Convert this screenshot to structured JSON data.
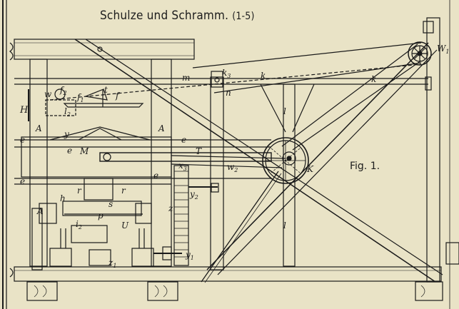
{
  "header": {
    "title": "Schulze und Schramm.",
    "range": "(1-5)"
  },
  "figure": {
    "label": "Fig. 1."
  },
  "parts": {
    "m": "m",
    "k3": "k",
    "k3_sub": "3",
    "n": "n",
    "k_a": "k",
    "k_b": "k",
    "w1": "W",
    "w1_sub": "1",
    "l_a": "l",
    "l_b": "l",
    "H": "H",
    "w": "w",
    "f2": "f",
    "f2_sub": "2",
    "f1": "f",
    "f1_sub": "1",
    "t": "t",
    "f": "f",
    "l2": "l",
    "l2_sub": "2",
    "A1": "A",
    "A2": "A",
    "A3": "A",
    "y": "y",
    "e1": "e",
    "e2": "e",
    "e3": "e",
    "e4": "e",
    "e5": "e",
    "M": "M",
    "T": "T",
    "w2": "w",
    "w2_sub": "2",
    "x3": "x",
    "x3_sub": "3",
    "K": "K",
    "y2": "y",
    "y2_sub": "2",
    "r1": "r",
    "r2": "r",
    "h": "h",
    "s": "s",
    "p": "p",
    "i2": "i",
    "i2_sub": "2",
    "U": "U",
    "z": "z",
    "y1": "y",
    "y1_sub": "1",
    "z1": "z",
    "z1_sub": "1"
  }
}
